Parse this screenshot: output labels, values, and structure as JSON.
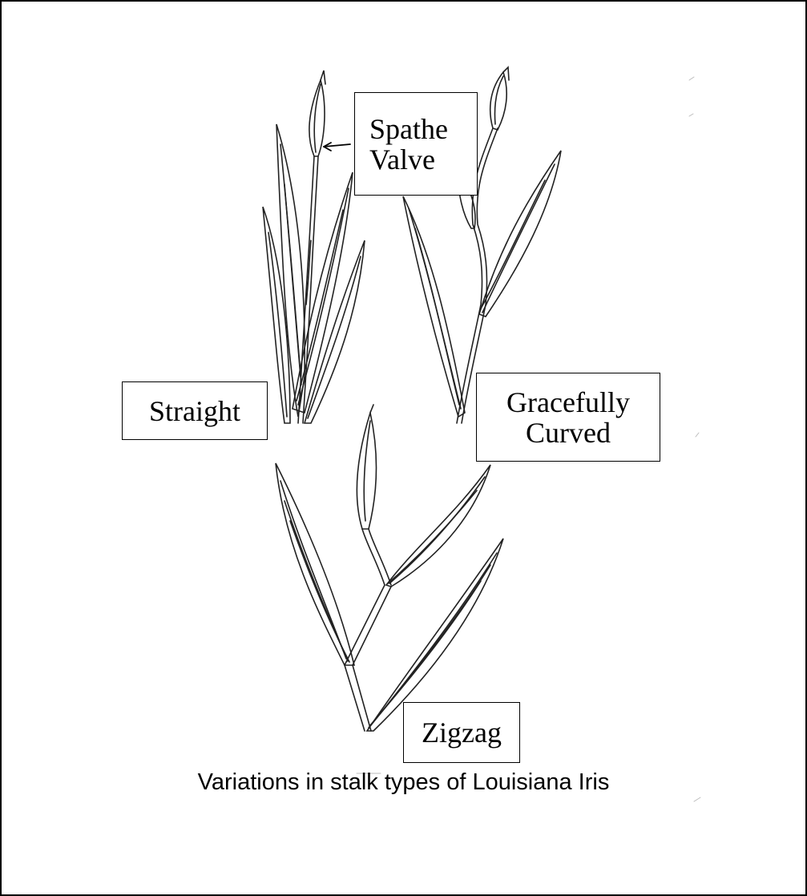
{
  "labels": {
    "spathe_line1": "Spathe",
    "spathe_line2": "Valve",
    "straight": "Straight",
    "curved_line1": "Gracefully",
    "curved_line2": "Curved",
    "zigzag": "Zigzag"
  },
  "caption": "Variations in stalk types of Louisiana Iris",
  "colors": {
    "ink": "#000000",
    "background": "#ffffff"
  }
}
